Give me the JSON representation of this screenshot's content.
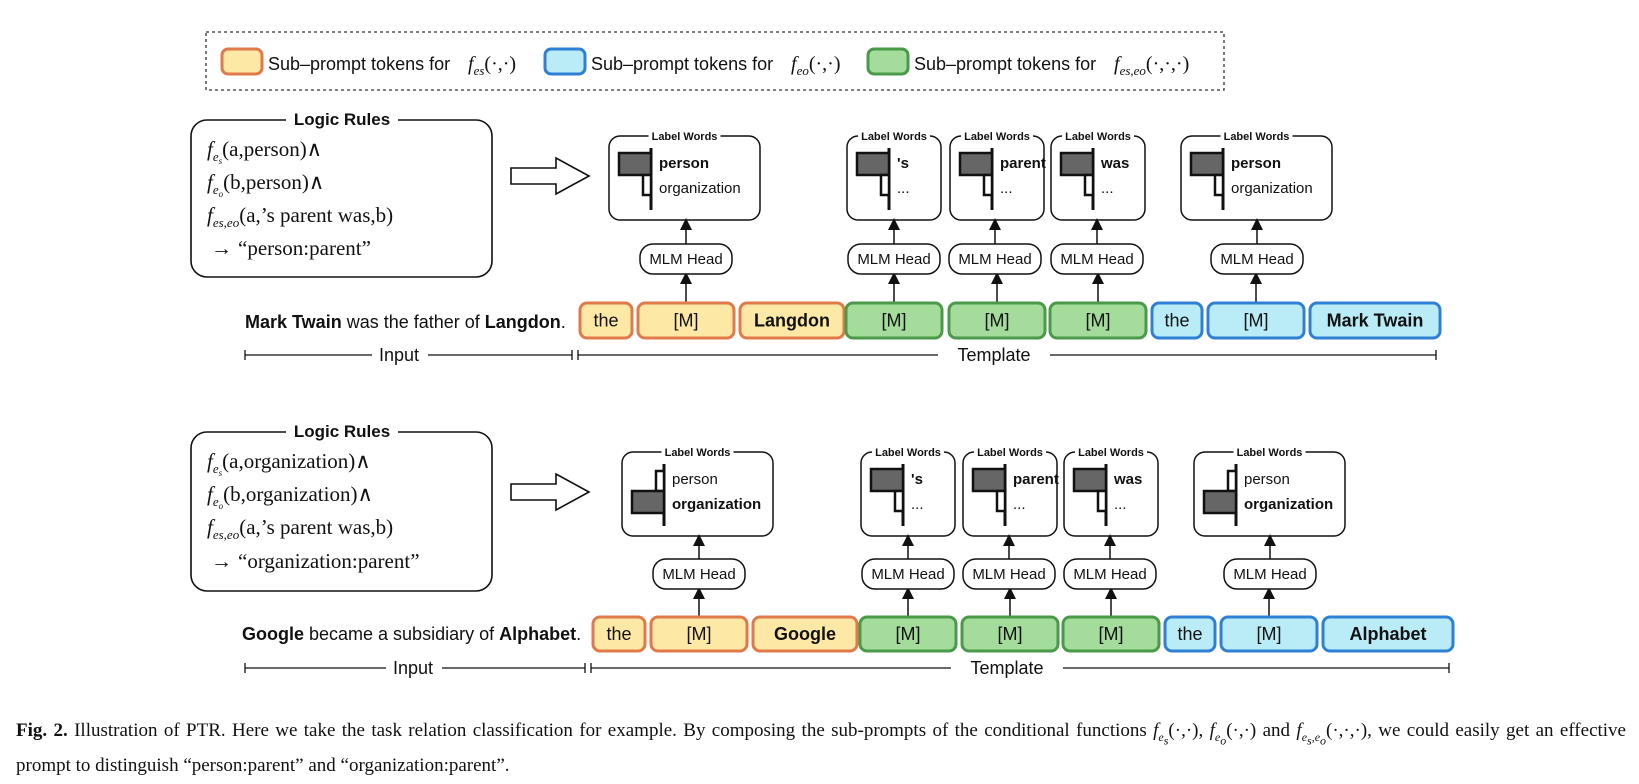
{
  "legend": {
    "item1_prefix": "Sub–prompt tokens for",
    "item2_prefix": "Sub–prompt tokens for",
    "item3_prefix": "Sub–prompt tokens for",
    "item1_fn_sub": "es",
    "item2_fn_sub": "eo",
    "item3_fn_sub": "es,eo",
    "item1_args": "(·,·)",
    "item2_args": "(·,·)",
    "item3_args": "(·,·,·)"
  },
  "colors": {
    "orange_fill": "#fde8a6",
    "orange_stroke": "#e07a4a",
    "blue_fill": "#b9ecf7",
    "blue_stroke": "#2f7fd4",
    "green_fill": "#a4dc9c",
    "green_stroke": "#4a9a4a",
    "bar": "#666666"
  },
  "common": {
    "logic_rules_title": "Logic Rules",
    "label_words_title": "Label Words",
    "mlm_head": "MLM Head",
    "input_label": "Input",
    "template_label": "Template",
    "rule3": "(a,’s parent was,b)",
    "arrow": "→"
  },
  "panel1": {
    "rule1": "(a,person)∧",
    "rule2": "(b,person)∧",
    "rule4": "“person:parent”",
    "sentence_subject": "Mark Twain",
    "sentence_middle": " was the father of ",
    "sentence_object": "Langdon",
    "sentence_end": ".",
    "tokens": [
      "the",
      "[M]",
      "Langdon",
      "[M]",
      "[M]",
      "[M]",
      "the",
      "[M]",
      "Mark Twain"
    ],
    "label_words": [
      [
        "person",
        "organization"
      ],
      [
        "'s",
        "..."
      ],
      [
        "parent",
        "..."
      ],
      [
        "was",
        "..."
      ],
      [
        "person",
        "organization"
      ]
    ]
  },
  "panel2": {
    "rule1": "(a,organization)∧",
    "rule2": "(b,organization)∧",
    "rule4": "“organization:parent”",
    "sentence_subject": "Google",
    "sentence_middle": " became a subsidiary of ",
    "sentence_object": "Alphabet",
    "sentence_end": ".",
    "tokens": [
      "the",
      "[M]",
      "Google",
      "[M]",
      "[M]",
      "[M]",
      "the",
      "[M]",
      "Alphabet"
    ],
    "label_words": [
      [
        "person",
        "organization"
      ],
      [
        "'s",
        "..."
      ],
      [
        "parent",
        "..."
      ],
      [
        "was",
        "..."
      ],
      [
        "person",
        "organization"
      ]
    ]
  },
  "caption": {
    "fig_label": "Fig. 2.",
    "text_part1": "  Illustration of PTR. Here we take the task relation classification for example. By composing the sub-prompts of the conditional functions ",
    "fn1": "(·,·), ",
    "fn2": "(·,·) and ",
    "fn3": "(·,·,·), we could easily get an effective prompt to distinguish “person:parent” and “organization:parent”."
  }
}
